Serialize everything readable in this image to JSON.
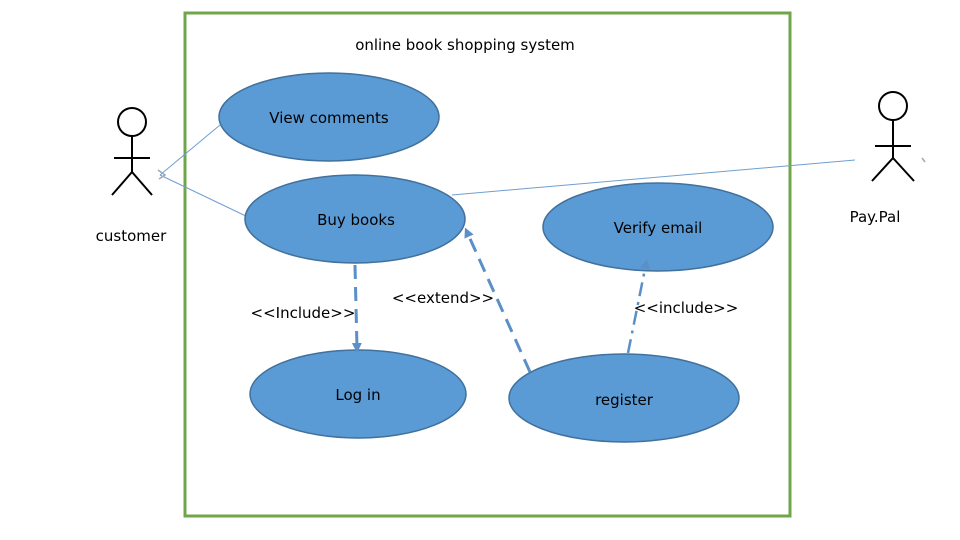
{
  "system": {
    "title": "online book shopping system",
    "border_color": "#70a64a"
  },
  "actors": {
    "customer": "customer",
    "paypal": "Pay.Pal"
  },
  "use_cases": {
    "view_comments": "View comments",
    "buy_books": "Buy books",
    "verify_email": "Verify email",
    "log_in": "Log in",
    "register": "register"
  },
  "relations": {
    "include_login": "<<Include>>",
    "extend_register": "<<extend>>",
    "include_verify": "<<include>>"
  },
  "colors": {
    "use_case_fill": "#5b9bd5",
    "use_case_stroke": "#41719c",
    "association_line": "#6f9fcf",
    "dashed_arrow": "#5b8fc7"
  }
}
